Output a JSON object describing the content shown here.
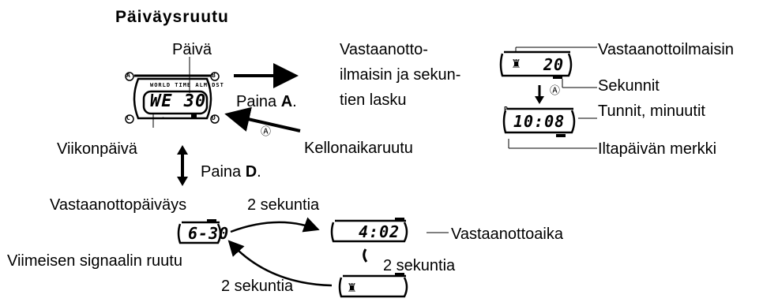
{
  "title": "Päiväysruutu",
  "labels": {
    "paiva": "Päivä",
    "vastaanotto_ilmaisin_1": "Vastaanotto-",
    "vastaanotto_ilmaisin_2": "ilmaisin ja sekun-",
    "vastaanotto_ilmaisin_3": "tien lasku",
    "paina_a_prefix": "Paina ",
    "paina_a_key": "A",
    "paina_a_suffix": ".",
    "kellonaikaruutu": "Kellonaikaruutu",
    "viikonpaiva": "Viikonpäivä",
    "paina_d_prefix": "Paina ",
    "paina_d_key": "D",
    "paina_d_suffix": ".",
    "vastaanottoilmaisin": "Vastaanottoilmaisin",
    "sekunnit": "Sekunnit",
    "tunnit_minuutit": "Tunnit, minuutit",
    "iltapaivan_merkki": "Iltapäivän merkki",
    "vastaanottopaivays": "Vastaanottopäiväys",
    "kaksi_sekuntia_1": "2 sekuntia",
    "vastaanottoaika": "Vastaanottoaika",
    "kaksi_sekuntia_2": "2 sekuntia",
    "viimeisen_signaalin_ruutu": "Viimeisen signaalin ruutu",
    "kaksi_sekuntia_3": "2 sekuntia"
  },
  "displays": {
    "date_screen": {
      "top_text": "WORLD TIME  ALM  DST",
      "main": "WE 30",
      "corner_a": "A",
      "corner_b": "B",
      "corner_c": "C",
      "corner_d": "D"
    },
    "receive_seconds": "20",
    "time_screen": "10:08",
    "time_pm_marker": "P",
    "receive_date": "6-30",
    "receive_time": "4:02",
    "circled_a": "Ⓐ"
  }
}
